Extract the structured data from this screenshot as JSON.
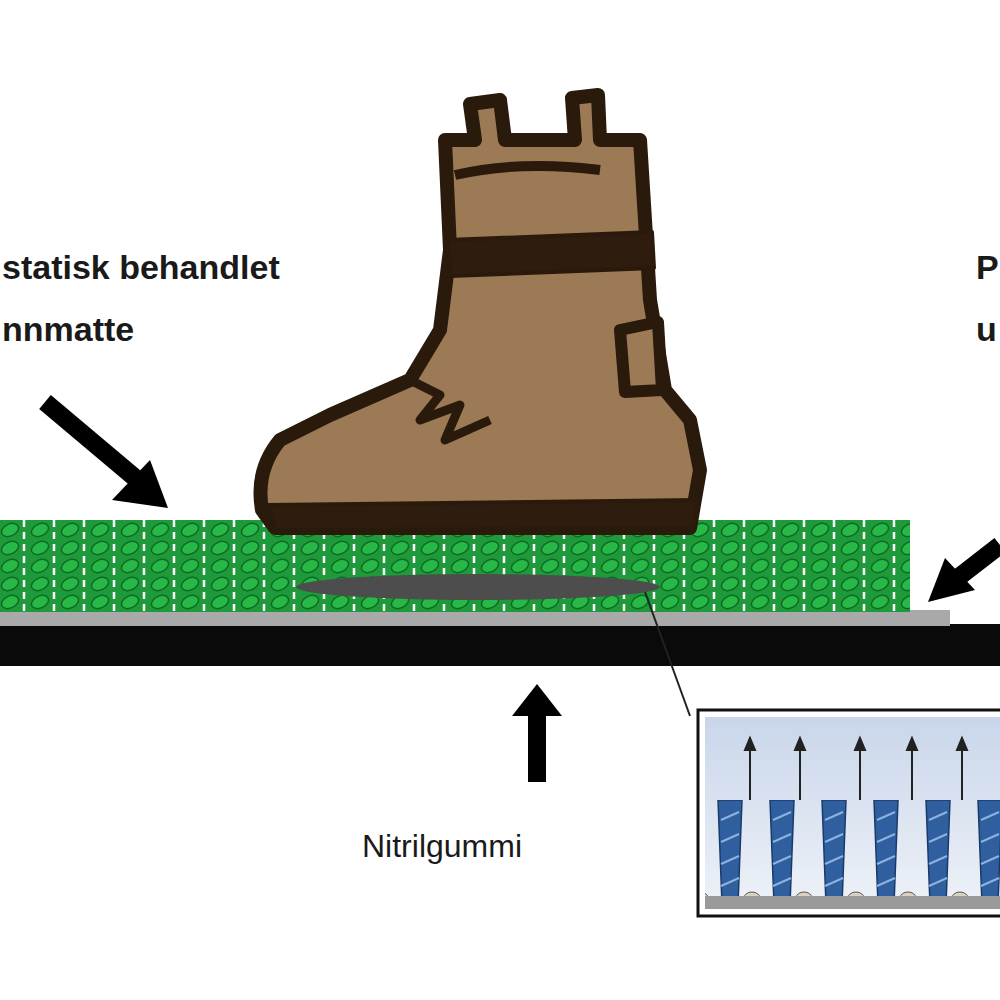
{
  "diagram": {
    "labels": [
      "statisk behandlet nnmatte",
      "P u",
      "Nitrilgummi"
    ]
  }
}
